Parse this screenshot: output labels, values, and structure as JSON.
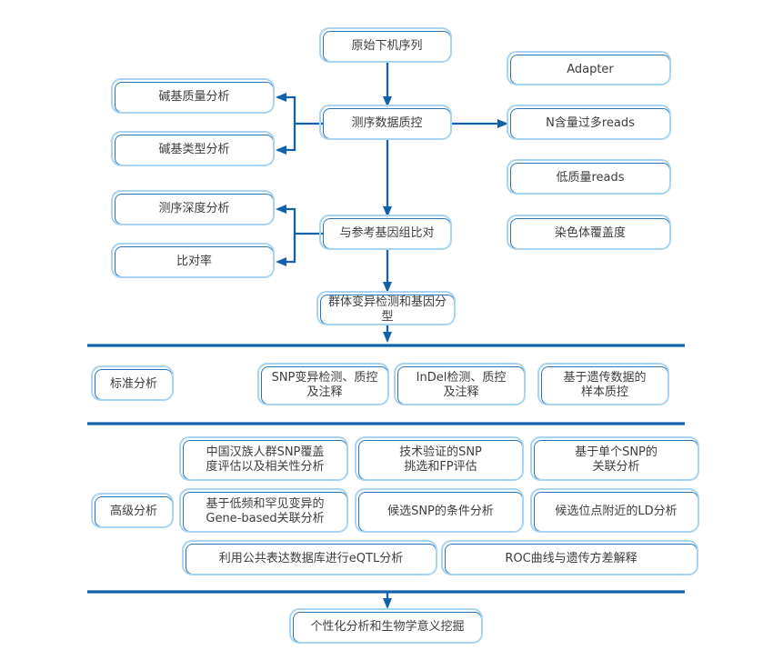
{
  "colors": {
    "box_border": "#2a76ba",
    "box_outer_ring": "#a9d4f1",
    "connector_line": "#1161ad",
    "text": "#3d3d3d"
  },
  "qc_flow": {
    "raw_sequence": "原始下机序列",
    "seq_data_qc": "测序数据质控",
    "align_reference": "与参考基因组比对",
    "variant_genotyping": "群体变异检测和基因分型",
    "base_quality": "碱基质量分析",
    "base_type": "碱基类型分析",
    "seq_depth": "测序深度分析",
    "mapping_rate": "比对率",
    "adapter": "Adapter",
    "n_reads": "N含量过多reads",
    "low_quality_reads": "低质量reads",
    "chromosome_coverage": "染色体覆盖度"
  },
  "standard_section": {
    "label": "标准分析",
    "items": [
      "SNP变异检测、质控\n及注释",
      "InDel检测、质控\n及注释",
      "基于遗传数据的\n样本质控"
    ]
  },
  "advanced_section": {
    "label": "高级分析",
    "items": [
      "中国汉族人群SNP覆盖\n度评估以及相关性分析",
      "技术验证的SNP\n挑选和FP评估",
      "基于单个SNP的\n关联分析",
      "基于低频和罕见变异的\nGene-based关联分析",
      "候选SNP的条件分析",
      "候选位点附近的LD分析",
      "利用公共表达数据库进行eQTL分析",
      "ROC曲线与遗传方差解释"
    ]
  },
  "final_step": "个性化分析和生物学意义挖掘"
}
